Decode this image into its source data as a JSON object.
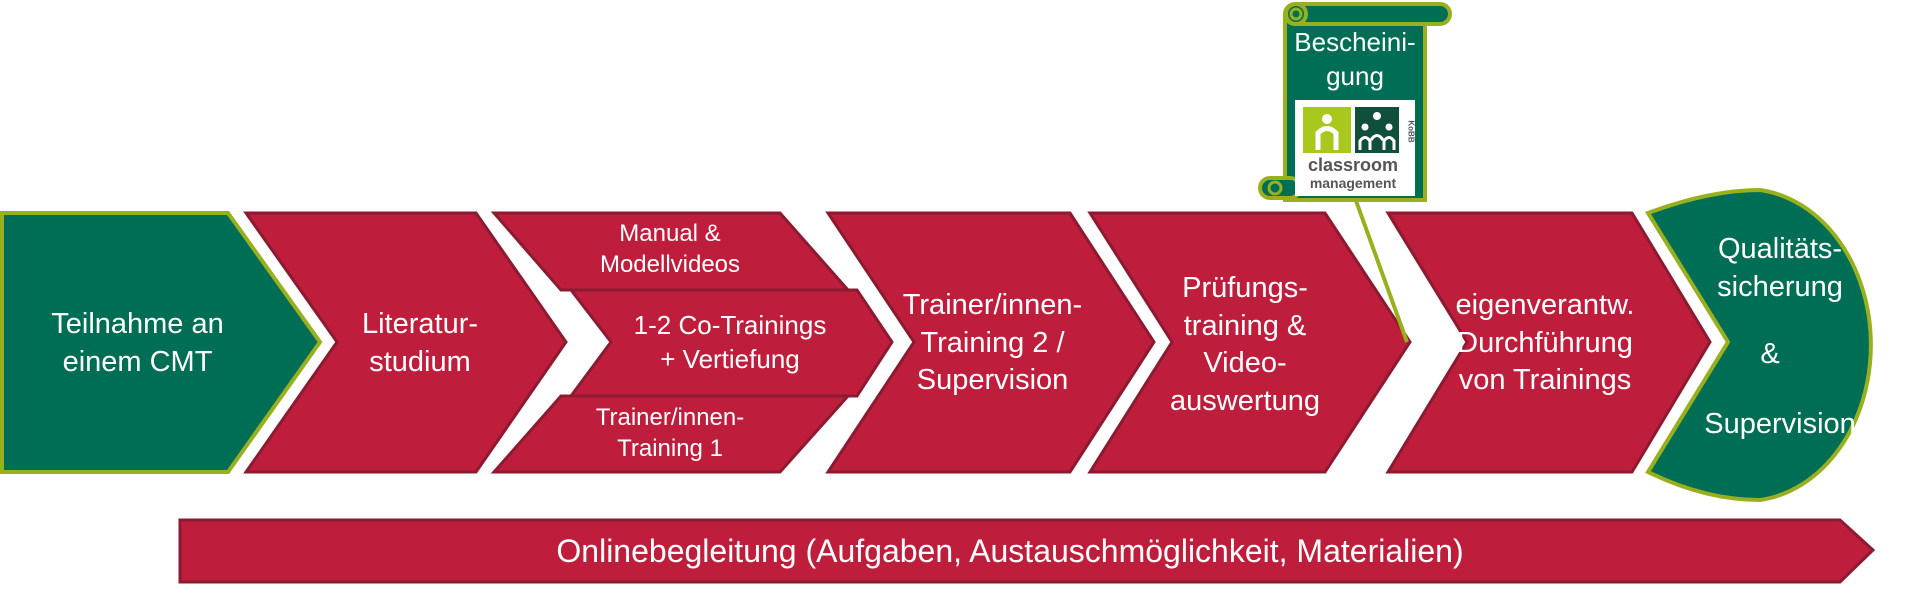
{
  "colors": {
    "primary": "#be1e3c",
    "primary_border": "#8c1a30",
    "green": "#006e55",
    "green_border": "#98b01e",
    "logo_lime": "#a8c81e",
    "logo_dark": "#0f4f3c"
  },
  "steps": {
    "step1": "Teilnahme an\neinem CMT",
    "step2": "Literatur-\nstudium",
    "step3a": "Manual &\nModellvideos",
    "step3b": "1-2 Co-Trainings\n+ Vertiefung",
    "step3c": "Trainer/innen-\nTraining 1",
    "step4": "Trainer/innen-\nTraining 2 /\nSupervision",
    "step5": "Prüfungs-\ntraining  &\nVideo-\nauswertung",
    "step6": "eigenverantw.\nDurchführung\nvon Trainings",
    "step7_top": "Qualitäts-\nsicherung",
    "step7_amp": "&",
    "step7_bottom": "Supervision"
  },
  "certificate": {
    "title": "Bescheini-\ngung",
    "logo_word1": "classroom",
    "logo_word2": "management",
    "logo_side": "KoBB",
    "logo_icons": [
      "person-icon",
      "group-icon"
    ]
  },
  "bottom_bar": {
    "label": "Onlinebegleitung (Aufgaben, Austauschmöglichkeit, Materialien)"
  }
}
